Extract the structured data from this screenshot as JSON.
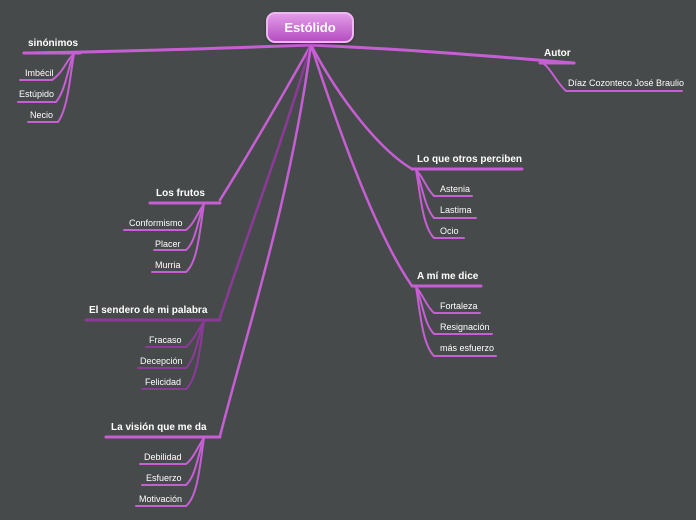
{
  "root": "Estólido",
  "colors": {
    "background": "#474a4a",
    "branch": "#c65fd3",
    "branch_dark": "#8c3a99",
    "root_fill": "#d07ed8"
  },
  "branches": {
    "sinonimos": {
      "title": "sinónimos",
      "items": [
        "Imbécil",
        "Estúpido",
        "Necio"
      ]
    },
    "autor": {
      "title": "Autor",
      "items": [
        "Díaz Cozonteco José Braulio"
      ]
    },
    "otros": {
      "title": "Lo que otros perciben",
      "items": [
        "Astenia",
        "Lastima",
        "Ocio"
      ]
    },
    "frutos": {
      "title": "Los frutos",
      "items": [
        "Conformismo",
        "Placer",
        "Murria"
      ]
    },
    "ami": {
      "title": "A mí me dice",
      "items": [
        "Fortaleza",
        "Resignación",
        "más esfuerzo"
      ]
    },
    "sendero": {
      "title": "El sendero de mi palabra",
      "items": [
        "Fracaso",
        "Decepción",
        "Felicidad"
      ]
    },
    "vision": {
      "title": "La visión que me da",
      "items": [
        "Debilidad",
        "Esfuerzo",
        "Motivación"
      ]
    }
  }
}
